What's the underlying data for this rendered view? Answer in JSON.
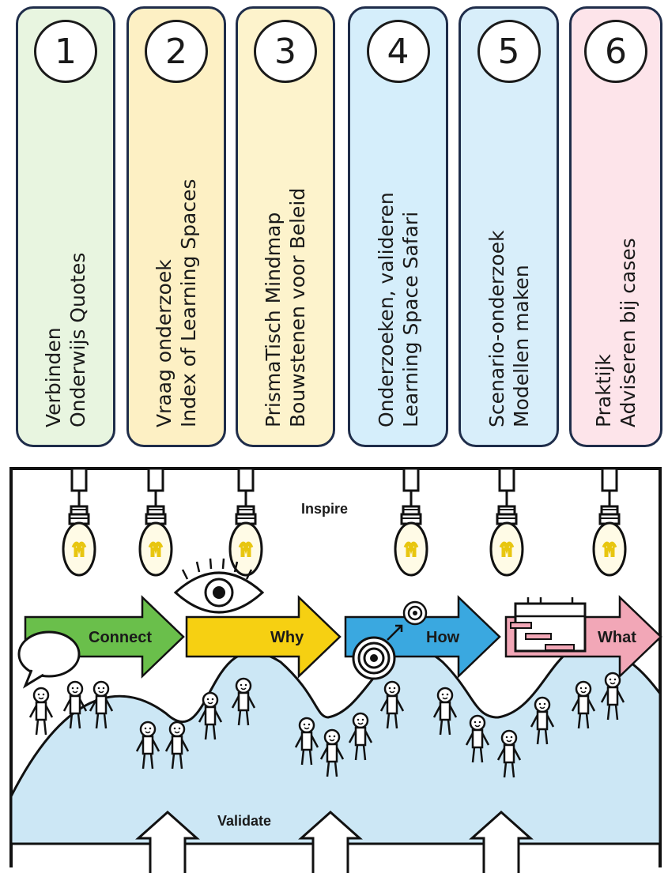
{
  "cards": [
    {
      "number": "1",
      "line1": "Verbinden",
      "line2": "Onderwijs Quotes",
      "color": "#e8f5e0"
    },
    {
      "number": "2",
      "line1": "Vraag onderzoek",
      "line2": "Index of Learning Spaces",
      "color": "#fdf0c4"
    },
    {
      "number": "3",
      "line1": "PrismaTisch Mindmap",
      "line2": "Bouwstenen voor Beleid",
      "color": "#fdf3cc"
    },
    {
      "number": "4",
      "line1": "Onderzoeken, valideren",
      "line2": "Learning Space Safari",
      "color": "#d5eefb"
    },
    {
      "number": "5",
      "line1": "Scenario-onderzoek",
      "line2": "Modellen maken",
      "color": "#d8eefa"
    },
    {
      "number": "6",
      "line1": "Praktijk",
      "line2": "Adviseren bij cases",
      "color": "#fde4ea"
    }
  ],
  "diagram": {
    "inspire": "Inspire",
    "validate": "Validate",
    "arrows": [
      {
        "label": "Connect",
        "color": "#6abf4b"
      },
      {
        "label": "Why",
        "color": "#f6d012"
      },
      {
        "label": "How",
        "color": "#3aa8e0"
      },
      {
        "label": "What",
        "color": "#f2a7b7"
      }
    ],
    "hill_color": "#cce7f5"
  }
}
